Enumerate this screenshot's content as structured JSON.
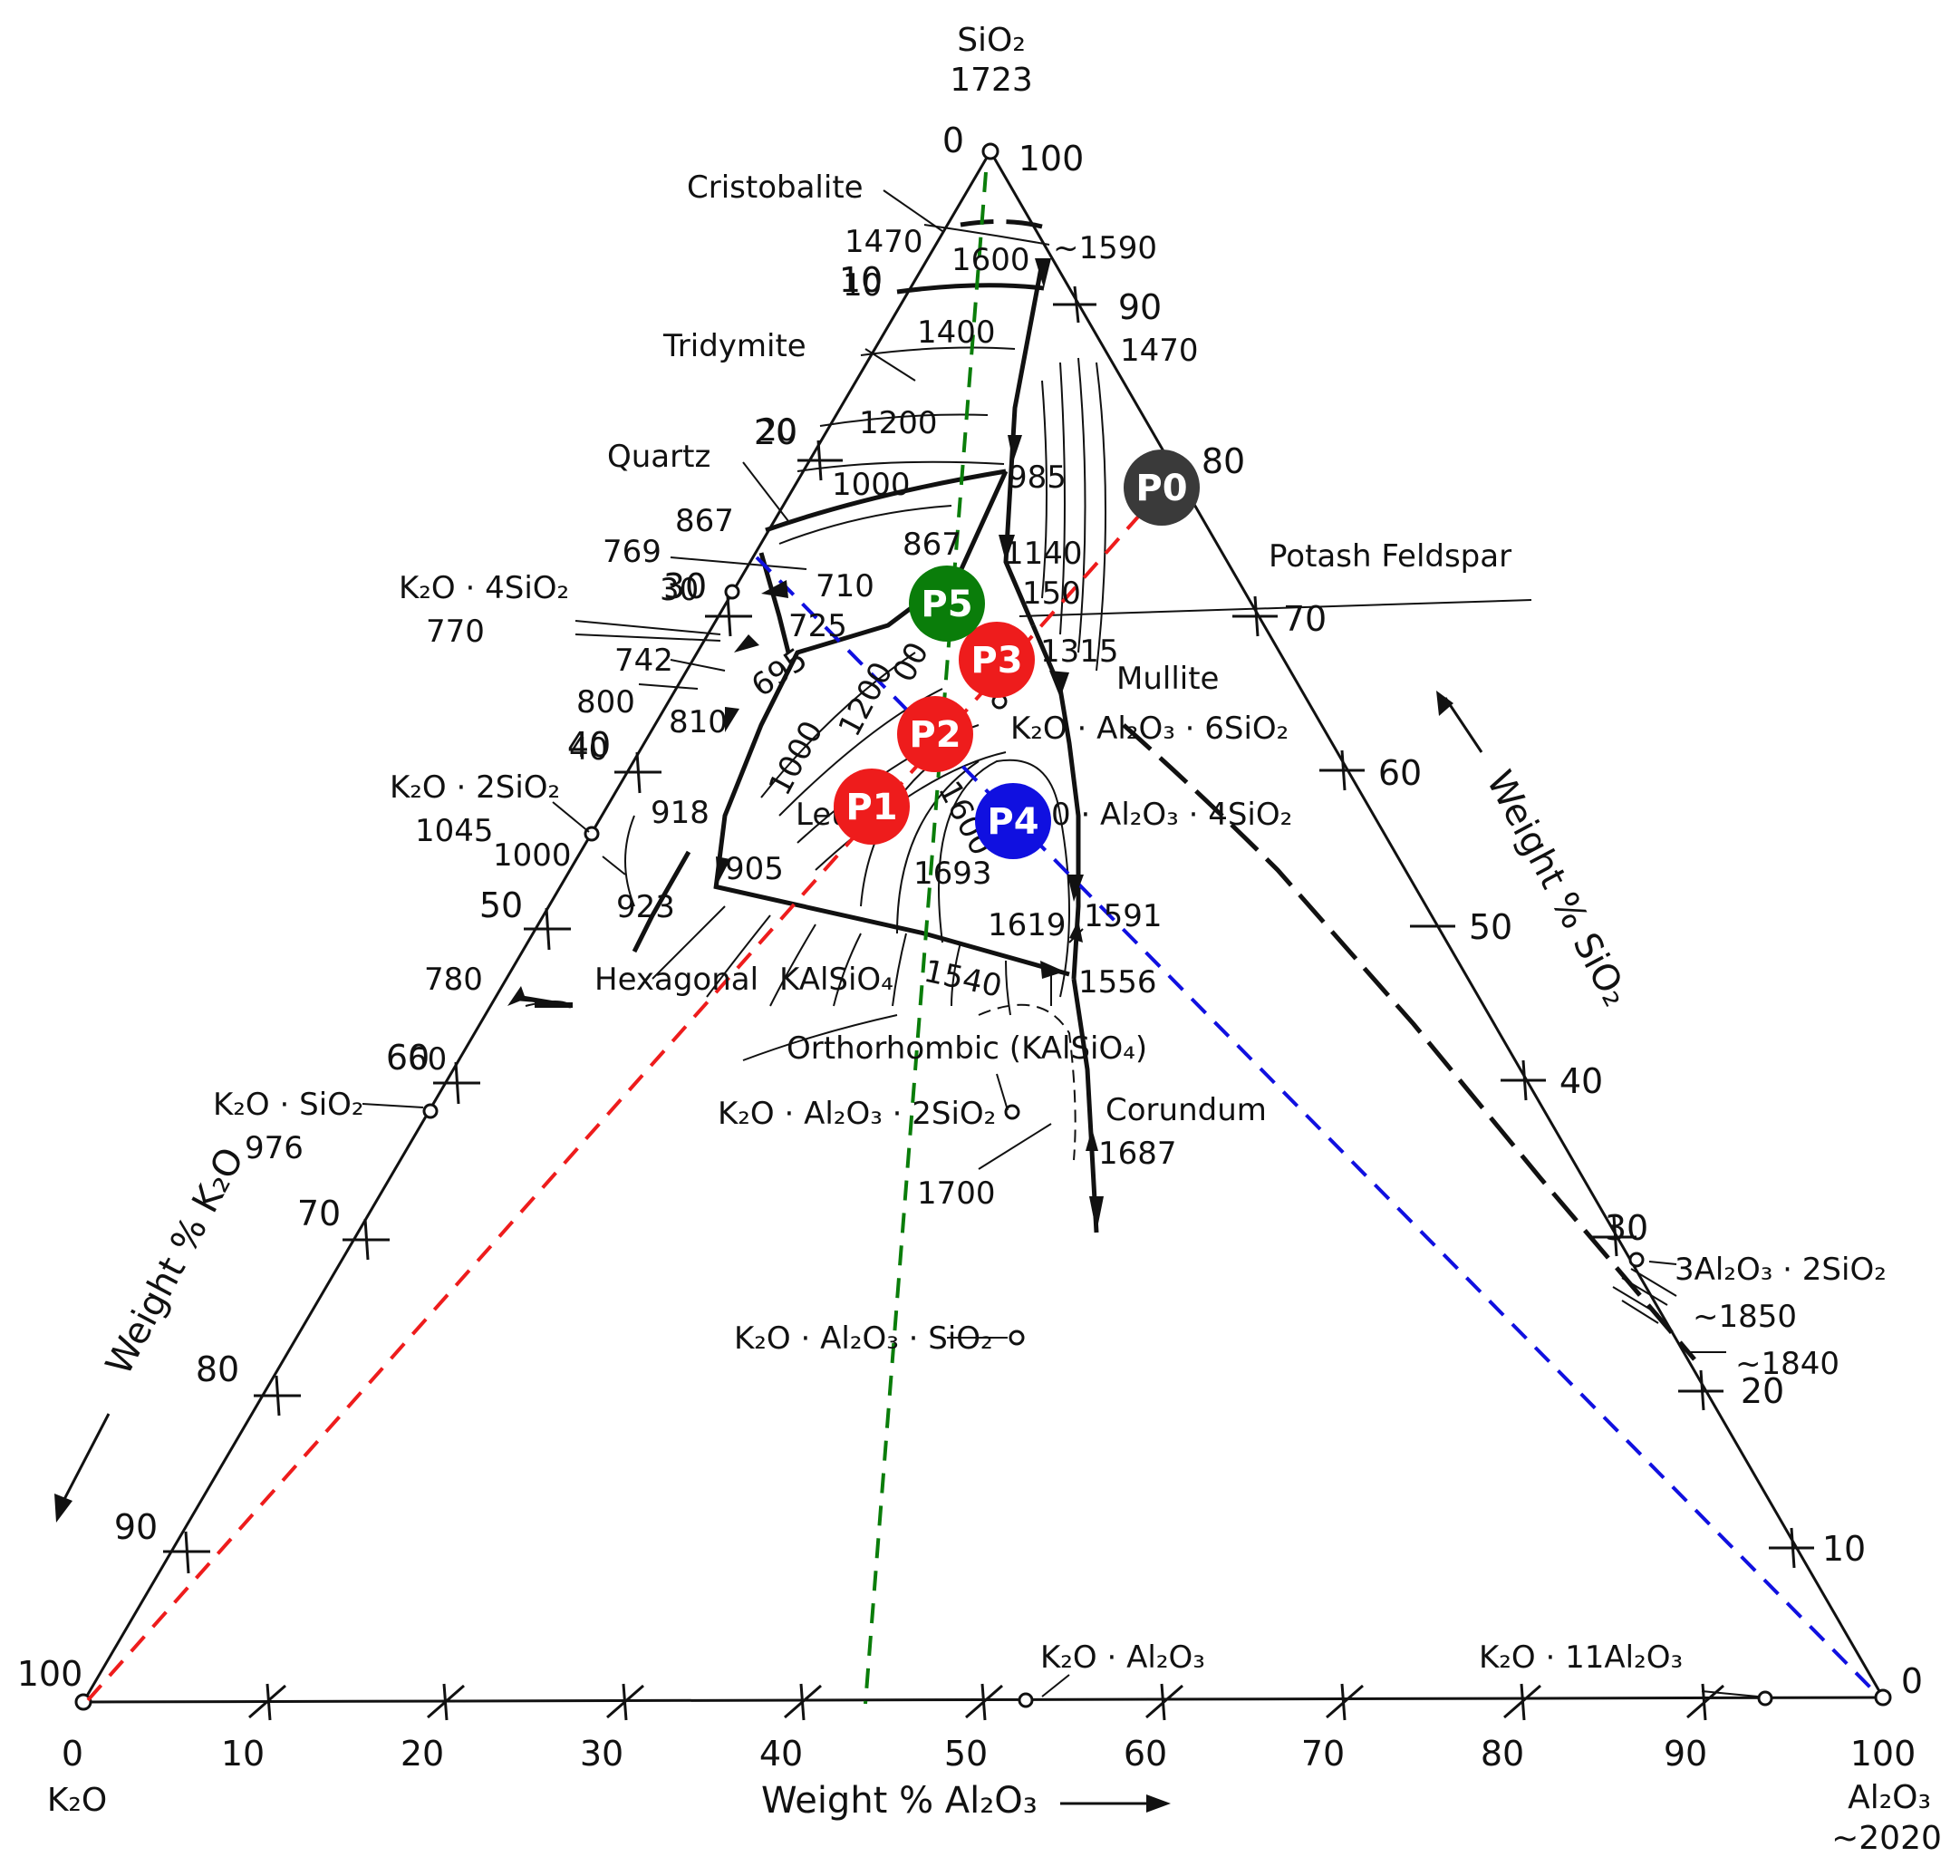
{
  "vertices": {
    "top": {
      "formula": "SiO₂",
      "temp": "1723",
      "zero_label": "0",
      "hundred_label": "100"
    },
    "left": {
      "formula": "K₂O",
      "zero_label": "0",
      "hundred_label": "100"
    },
    "right": {
      "formula": "Al₂O₃",
      "temp": "~2020",
      "zero_label": "0",
      "hundred_label": "100"
    }
  },
  "axes": {
    "bottom_title": "Weight % Al₂O₃",
    "left_title": "Weight % K₂O",
    "right_title": "Weight % SiO₂",
    "bottom_ticks": [
      "10",
      "20",
      "30",
      "40",
      "50",
      "60",
      "70",
      "80",
      "90"
    ],
    "left_ticks": [
      "10",
      "20",
      "30",
      "40",
      "50",
      "60",
      "70",
      "80",
      "90"
    ],
    "right_ticks": [
      "90",
      "80",
      "70",
      "60",
      "50",
      "40",
      "30",
      "20",
      "10"
    ]
  },
  "phase_labels": {
    "cristobalite": "Cristobalite",
    "tridymite": "Tridymite",
    "quartz": "Quartz",
    "potash_feldspar": "Potash Feldspar",
    "mullite": "Mullite",
    "leucite": "Leu",
    "hexagonal": "Hexagonal",
    "kalsio4": "KAlSiO₄",
    "orthorhombic": "Orthorhombic (KAlSiO₄)",
    "corundum": "Corundum"
  },
  "compounds": {
    "k2o_4sio2": {
      "formula": "K₂O · 4SiO₂",
      "temp": "770"
    },
    "k2o_2sio2": {
      "formula": "K₂O · 2SiO₂",
      "temp": "1045"
    },
    "k2o_sio2": {
      "formula": "K₂O · SiO₂",
      "temp": "976"
    },
    "k2o_al2o3_6sio2": {
      "formula": "K₂O · Al₂O₃ · 6SiO₂"
    },
    "k2o_al2o3_4sio2": {
      "formula": "0 · Al₂O₃ · 4SiO₂"
    },
    "k2o_al2o3_2sio2": {
      "formula": "K₂O · Al₂O₃ · 2SiO₂"
    },
    "k2o_al2o3_sio2": {
      "formula": "K₂O · Al₂O₃ · SiO₂"
    },
    "k2o_al2o3": {
      "formula": "K₂O · Al₂O₃"
    },
    "k2o_11al2o3": {
      "formula": "K₂O · 11Al₂O₃"
    },
    "mullite_comp": {
      "formula": "3Al₂O₃ · 2SiO₂",
      "temp": "~1850"
    }
  },
  "isotherms": {
    "t1590": "~1590",
    "t1600a": "1600",
    "t1470a": "1470",
    "t10": "10",
    "t1470b": "1470",
    "t1400": "1400",
    "t20": "20",
    "t1200a": "1200",
    "t1000a": "1000",
    "t985": "985",
    "t867a": "867",
    "t867b": "867",
    "t769": "769",
    "t710": "710",
    "t1140": "1140",
    "t30": "30",
    "t725": "725",
    "t1150": "150",
    "t1315": "1315",
    "t742": "742",
    "t695": "695",
    "t800": "800",
    "t810": "810",
    "t1200b": "1200",
    "t1000b": "1000",
    "t40": "40",
    "t918": "918",
    "t1600b": "1600",
    "t1000c": "1000",
    "t905": "905",
    "t1693": "1693",
    "t923": "923",
    "t1591": "1591",
    "t1619": "1619",
    "t1540": "1540",
    "t1556": "1556",
    "t780": "780",
    "t60": "60",
    "t1687": "1687",
    "t1700": "1700",
    "t1840": "~1840",
    "t80": "80",
    "t90": "90",
    "t100": "100",
    "t400": "00",
    "t50": "50",
    "t70": "70",
    "t30b": "30",
    "t20b": "20",
    "t10b": "10",
    "t0": "0"
  },
  "points": [
    {
      "label": "P0",
      "color": "#3a3a3a"
    },
    {
      "label": "P1",
      "color": "#ee1c1c"
    },
    {
      "label": "P2",
      "color": "#ee1c1c"
    },
    {
      "label": "P3",
      "color": "#ee1c1c"
    },
    {
      "label": "P4",
      "color": "#1010e0"
    },
    {
      "label": "P5",
      "color": "#0a7d0a"
    }
  ],
  "line_colors": {
    "red": "#ee1c1c",
    "blue": "#1010e0",
    "green": "#0a7d0a"
  }
}
